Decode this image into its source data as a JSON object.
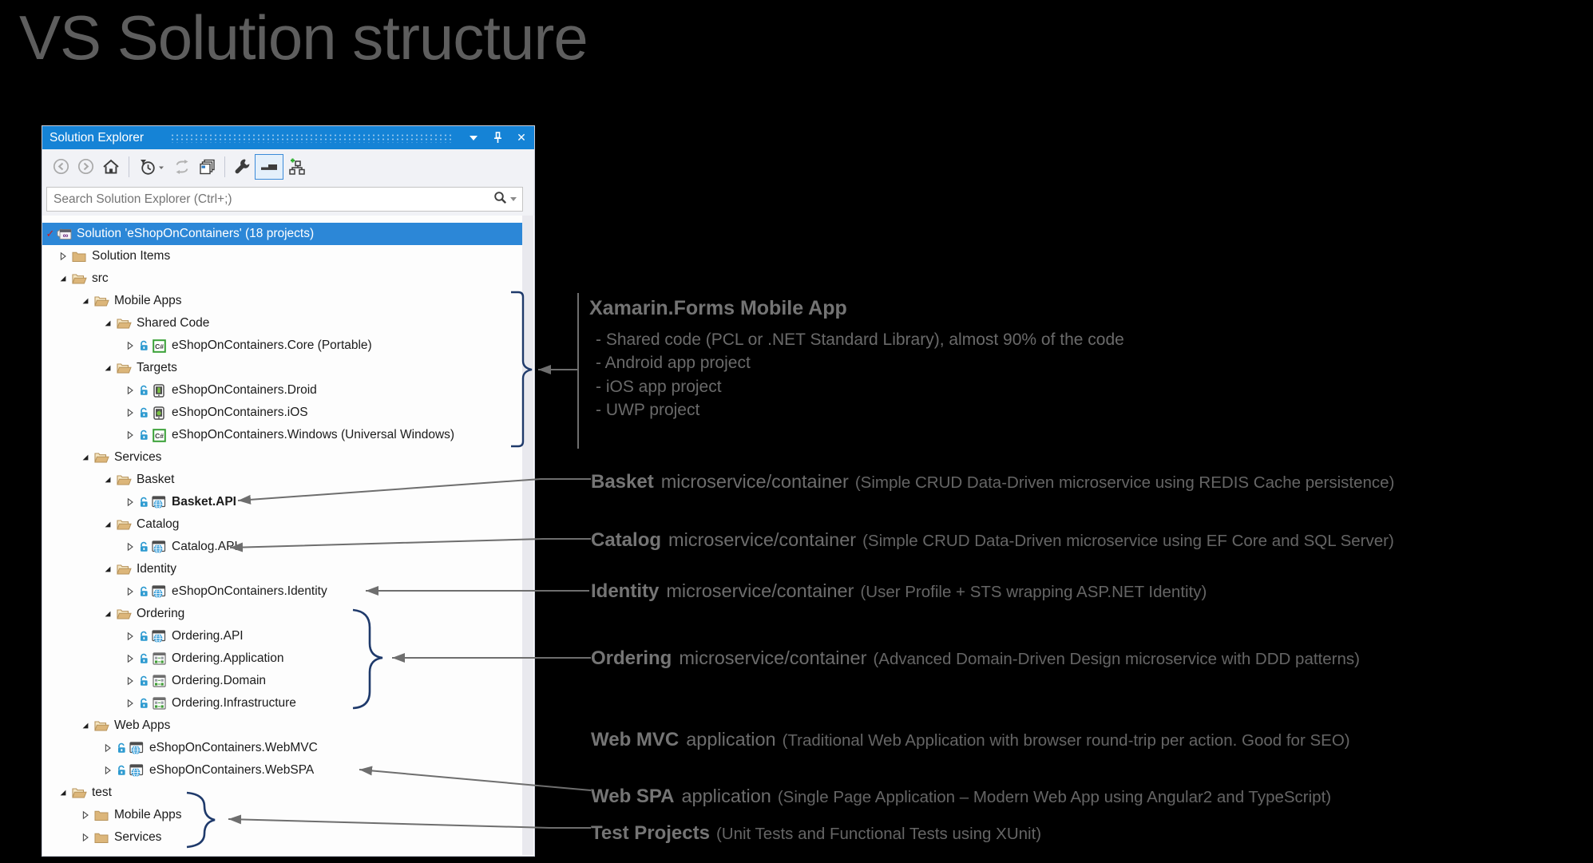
{
  "page_title": "VS Solution structure",
  "colors": {
    "titlebar_blue": "#1583d6",
    "selection_blue": "#2c87d7",
    "folder_tan": "#dcb67a",
    "folder_edge": "#b7935a",
    "connector_gray": "#6e6e6e",
    "brace_navy": "#1f3a6b",
    "lock_blue": "#2d9ad0",
    "globe_blue": "#2f9ad8",
    "android_green": "#7ac143",
    "csharp_green": "#39a036",
    "annotation_gray": "#6e6e6e"
  },
  "panel": {
    "title": "Solution Explorer",
    "titlebar_icons": [
      "window-position-chevron",
      "pin",
      "close"
    ],
    "close_glyph": "✕",
    "toolbar_icons": [
      "back",
      "forward",
      "home",
      "separator",
      "filter-clock",
      "sync-active-document",
      "collapse-all",
      "separator",
      "properties-wrench",
      "preview-selected",
      "show-all-files"
    ],
    "search": {
      "placeholder": "Search Solution Explorer (Ctrl+;)"
    },
    "tree": [
      {
        "label": "Solution 'eShopOnContainers' (18 projects)",
        "level": 0,
        "expander": "none",
        "icon": "solution",
        "selected": true
      },
      {
        "label": "Solution Items",
        "level": 1,
        "expander": "collapsed",
        "icon": "folder-closed"
      },
      {
        "label": "src",
        "level": 1,
        "expander": "expanded",
        "icon": "folder-open"
      },
      {
        "label": "Mobile Apps",
        "level": 2,
        "expander": "expanded",
        "icon": "folder-open"
      },
      {
        "label": "Shared Code",
        "level": 3,
        "expander": "expanded",
        "icon": "folder-open"
      },
      {
        "label": "eShopOnContainers.Core (Portable)",
        "level": 4,
        "expander": "collapsed",
        "icon": "csharp",
        "lock": true
      },
      {
        "label": "Targets",
        "level": 3,
        "expander": "expanded",
        "icon": "folder-open"
      },
      {
        "label": "eShopOnContainers.Droid",
        "level": 4,
        "expander": "collapsed",
        "icon": "droid",
        "lock": true
      },
      {
        "label": "eShopOnContainers.iOS",
        "level": 4,
        "expander": "collapsed",
        "icon": "ios",
        "lock": true
      },
      {
        "label": "eShopOnContainers.Windows (Universal Windows)",
        "level": 4,
        "expander": "collapsed",
        "icon": "csharp",
        "lock": true
      },
      {
        "label": "Services",
        "level": 2,
        "expander": "expanded",
        "icon": "folder-open"
      },
      {
        "label": "Basket",
        "level": 3,
        "expander": "expanded",
        "icon": "folder-open"
      },
      {
        "label": "Basket.API",
        "level": 4,
        "expander": "collapsed",
        "icon": "web",
        "lock": true,
        "bold": true
      },
      {
        "label": "Catalog",
        "level": 3,
        "expander": "expanded",
        "icon": "folder-open"
      },
      {
        "label": "Catalog.API",
        "level": 4,
        "expander": "collapsed",
        "icon": "web",
        "lock": true
      },
      {
        "label": "Identity",
        "level": 3,
        "expander": "expanded",
        "icon": "folder-open"
      },
      {
        "label": "eShopOnContainers.Identity",
        "level": 4,
        "expander": "collapsed",
        "icon": "web",
        "lock": true
      },
      {
        "label": "Ordering",
        "level": 3,
        "expander": "expanded",
        "icon": "folder-open"
      },
      {
        "label": "Ordering.API",
        "level": 4,
        "expander": "collapsed",
        "icon": "web",
        "lock": true
      },
      {
        "label": "Ordering.Application",
        "level": 4,
        "expander": "collapsed",
        "icon": "classlib",
        "lock": true
      },
      {
        "label": "Ordering.Domain",
        "level": 4,
        "expander": "collapsed",
        "icon": "classlib",
        "lock": true
      },
      {
        "label": "Ordering.Infrastructure",
        "level": 4,
        "expander": "collapsed",
        "icon": "classlib",
        "lock": true
      },
      {
        "label": "Web Apps",
        "level": 2,
        "expander": "expanded",
        "icon": "folder-open"
      },
      {
        "label": "eShopOnContainers.WebMVC",
        "level": 3,
        "expander": "collapsed",
        "icon": "web",
        "lock": true
      },
      {
        "label": "eShopOnContainers.WebSPA",
        "level": 3,
        "expander": "collapsed",
        "icon": "web",
        "lock": true
      },
      {
        "label": "test",
        "level": 1,
        "expander": "expanded",
        "icon": "folder-open"
      },
      {
        "label": "Mobile Apps",
        "level": 2,
        "expander": "collapsed",
        "icon": "folder-closed"
      },
      {
        "label": "Services",
        "level": 2,
        "expander": "collapsed",
        "icon": "folder-closed"
      }
    ]
  },
  "annotations": {
    "xamarin": {
      "title": "Xamarin.Forms Mobile App",
      "bullets": [
        "- Shared code (PCL or .NET Standard Library), almost 90% of the code",
        "- Android app project",
        "- iOS app project",
        "- UWP project"
      ]
    },
    "rows": [
      {
        "bold": "Basket",
        "mid": "microservice/container",
        "paren": "(Simple CRUD Data-Driven microservice using REDIS Cache persistence)"
      },
      {
        "bold": "Catalog",
        "mid": "microservice/container",
        "paren": "(Simple CRUD Data-Driven microservice using EF Core and SQL Server)"
      },
      {
        "bold": "Identity",
        "mid": "microservice/container",
        "paren": "(User Profile + STS wrapping ASP.NET Identity)"
      },
      {
        "bold": "Ordering",
        "mid": "microservice/container",
        "paren": "(Advanced Domain-Driven Design microservice with DDD patterns)"
      },
      {
        "bold": "Web MVC",
        "mid": "application",
        "paren": "(Traditional Web Application with browser round-trip per action. Good for SEO)"
      },
      {
        "bold": "Web SPA",
        "mid": "application",
        "paren": "(Single Page Application – Modern Web App using Angular2 and TypeScript)"
      },
      {
        "bold": "Test Projects",
        "mid": "",
        "paren": "(Unit Tests and Functional Tests using XUnit)"
      }
    ]
  }
}
